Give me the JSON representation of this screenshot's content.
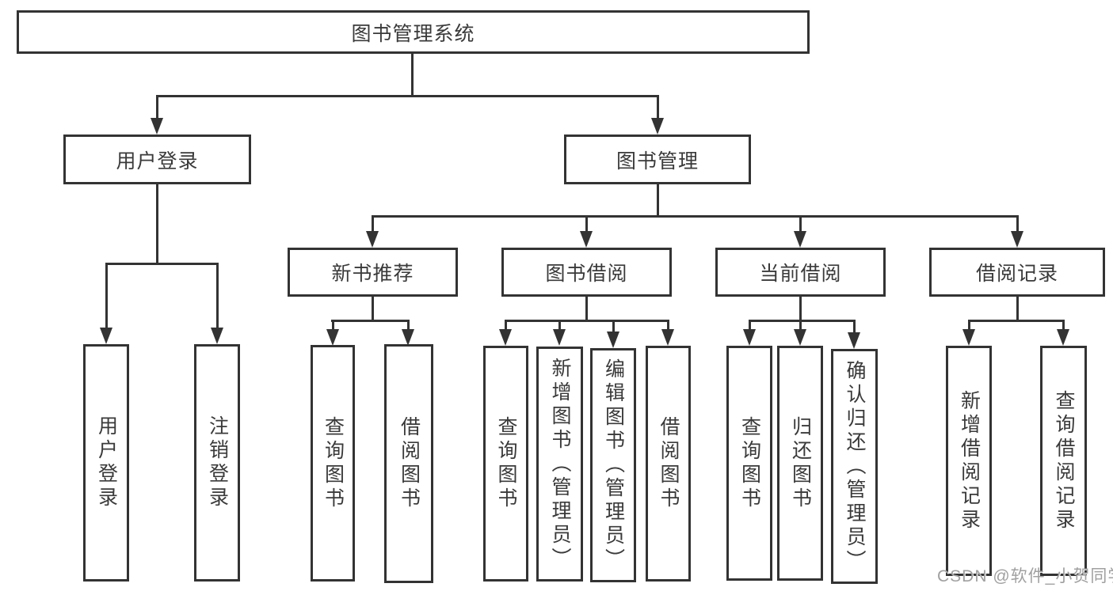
{
  "colors": {
    "line": "#333333",
    "text": "#3a3a3a",
    "watermark": "#a0a0a0",
    "background": "#ffffff"
  },
  "watermark": {
    "text": "CSDN @软件_小贺同学"
  },
  "tree": {
    "label": "图书管理系统",
    "children": [
      {
        "label": "用户登录",
        "children": [
          {
            "label": "用户登录"
          },
          {
            "label": "注销登录"
          }
        ]
      },
      {
        "label": "图书管理",
        "children": [
          {
            "label": "新书推荐",
            "children": [
              {
                "label": "查询图书"
              },
              {
                "label": "借阅图书"
              }
            ]
          },
          {
            "label": "图书借阅",
            "children": [
              {
                "label": "查询图书"
              },
              {
                "label": "新增图书（管理员）"
              },
              {
                "label": "编辑图书（管理员）"
              },
              {
                "label": "借阅图书"
              }
            ]
          },
          {
            "label": "当前借阅",
            "children": [
              {
                "label": "查询图书"
              },
              {
                "label": "归还图书"
              },
              {
                "label": "确认归还（管理员）"
              }
            ]
          },
          {
            "label": "借阅记录",
            "children": [
              {
                "label": "新增借阅记录"
              },
              {
                "label": "查询借阅记录"
              }
            ]
          }
        ]
      }
    ]
  }
}
